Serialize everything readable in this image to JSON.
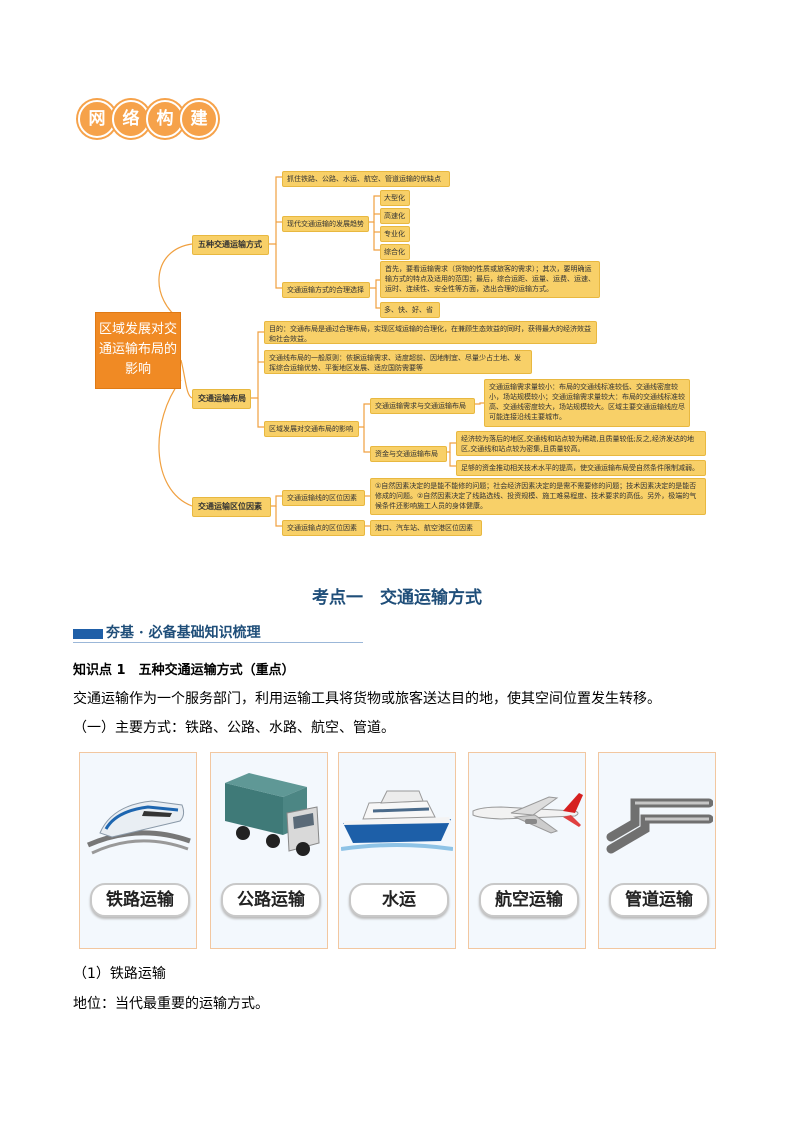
{
  "header": {
    "chars": [
      "网",
      "络",
      "构",
      "建"
    ]
  },
  "mindmap": {
    "root": "区域发展对交通运输布局的影响",
    "b1": {
      "label": "五种交通运输方式",
      "c1": "抓住铁路、公路、水运、航空、管道运输的优缺点",
      "c2": "现代交通运输的发展趋势",
      "trends": [
        "大型化",
        "高速化",
        "专业化",
        "综合化"
      ],
      "c3": "交通运输方式的合理选择",
      "c3a": "首先，要看运输需求（货物的性质或旅客的需求）；其次，要明确运输方式的特点及适用的范围；最后，综合运距、运量、运费、运速、运时、连续性、安全性等方面，选出合理的运输方式。",
      "c3b": "多、快、好、省"
    },
    "b2": {
      "label": "交通运输布局",
      "c1": "目的：交通布局是通过合理布局，实现区域运输的合理化，在兼顾生态效益的同时，获得最大的经济效益和社会效益。",
      "c2": "交通线布局的一般原则：依据运输需求、适度超前、因地制宜、尽量少占土地、发挥综合运输优势、平衡地区发展、适应国防需要等",
      "c3": "区域发展对交通布局的影响",
      "c3a": "交通运输需求与交通运输布局",
      "c3a1": "交通运输需求量较小：布局的交通线标准较低、交通线密度较小，场站规模较小；交通运输需求量较大：布局的交通线标准较高、交通线密度较大，场站规模较大。区域主要交通运输线应尽可能连接沿线主要城市。",
      "c3b": "资金与交通运输布局",
      "c3b1": "经济较为落后的地区,交通线和站点较为稀疏,且质量较低;反之,经济发达的地区,交通线和站点较为密集,且质量较高。",
      "c3b2": "足够的资金推动相关技术水平的提高，使交通运输布局受自然条件限制减弱。"
    },
    "b3": {
      "label": "交通运输区位因素",
      "c1": "交通运输线的区位因素",
      "c1a": "①自然因素决定的是能不能修的问题；社会经济因素决定的是需不需要修的问题；技术因素决定的是能否修成的问题。②自然因素决定了线路选线、投资规模、施工难易程度、技术要求的高低。另外，极端的气候条件还影响施工人员的身体健康。",
      "c2": "交通运输点的区位因素",
      "c2a": "港口、汽车站、航空港区位因素"
    }
  },
  "section": {
    "title": "考点一　交通运输方式",
    "subtitle": "夯基 · 必备基础知识梳理",
    "kp": "知识点 1　五种交通运输方式（重点）",
    "intro": "交通运输作为一个服务部门，利用运输工具将货物或旅客送达目的地，使其空间位置发生转移。",
    "main": "（一）主要方式：铁路、公路、水路、航空、管道。",
    "cards": [
      {
        "label": "铁路运输",
        "icon": "train-icon"
      },
      {
        "label": "公路运输",
        "icon": "truck-icon"
      },
      {
        "label": "水运",
        "icon": "ship-icon"
      },
      {
        "label": "航空运输",
        "icon": "airplane-icon"
      },
      {
        "label": "管道运输",
        "icon": "pipeline-icon"
      }
    ],
    "rail_head": "（1）铁路运输",
    "rail_status": "地位：当代最重要的运输方式。"
  },
  "colors": {
    "orange": "#f08a24",
    "box": "#f8d068",
    "navy": "#1f4e79",
    "accent_blue": "#1f5fa8"
  }
}
